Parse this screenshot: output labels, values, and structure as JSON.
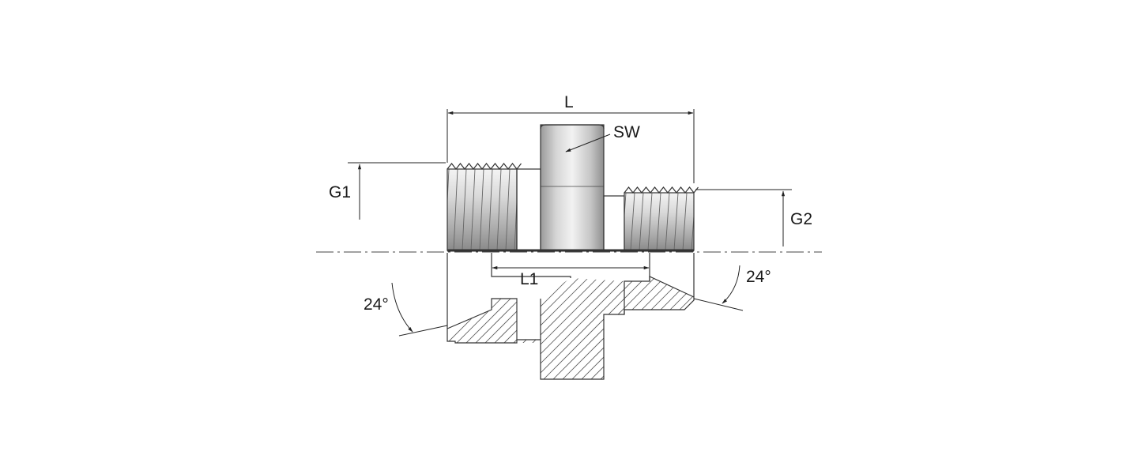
{
  "labels": {
    "overall_length": "L",
    "inner_length": "L1",
    "wrench_size": "SW",
    "thread_left": "G1",
    "thread_right": "G2",
    "angle_left": "24°",
    "angle_right": "24°"
  },
  "colors": {
    "background": "#ffffff",
    "line": "#333333",
    "metal_light": "#e6e6e6",
    "metal_mid": "#bdbdbd",
    "metal_dark": "#7a7a7a"
  }
}
